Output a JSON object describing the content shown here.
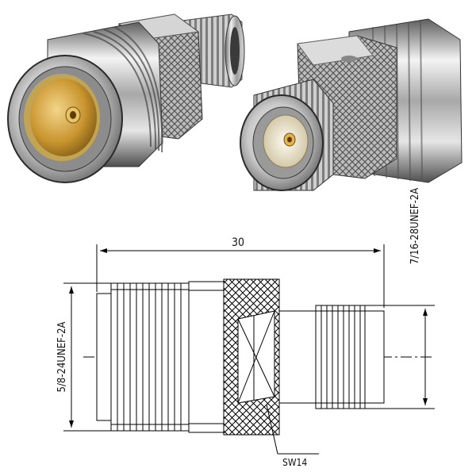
{
  "photos": {
    "left_view": "N female connector end view",
    "right_view": "TNC female connector end view"
  },
  "drawing": {
    "overall_length": "30",
    "thread_left": "5/8-24UNEF-2A",
    "thread_right": "7/16-28UNEF-2A",
    "hex_size": "SW14"
  },
  "colors": {
    "chrome_light": "#f2f2f2",
    "chrome_mid": "#b9b9b9",
    "chrome_dark": "#5a5a5a",
    "gold": "#d9a640",
    "insulator": "#f3ead4",
    "line": "#000000"
  }
}
